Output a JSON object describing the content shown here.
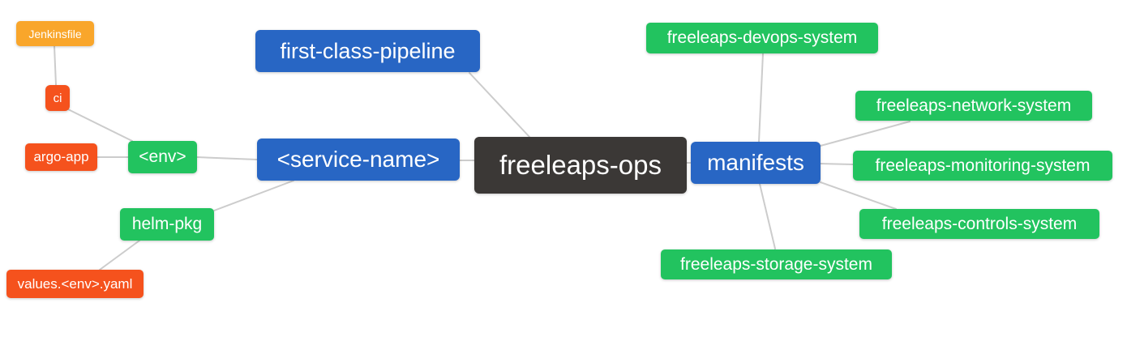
{
  "diagram": {
    "type": "mindmap",
    "background": "#FFFFFF",
    "edge_color": "#CCCCCC",
    "text_color": "#FFFFFF",
    "palette": {
      "dark": "#3B3836",
      "blue": "#2866C4",
      "green": "#22C35F",
      "red_orange": "#F5521D",
      "amber": "#F9A62B"
    },
    "root": "freeleaps-ops",
    "nodes": [
      {
        "id": "freeleaps-ops",
        "label": "freeleaps-ops",
        "color": "#3B3836"
      },
      {
        "id": "first-class-pipeline",
        "label": "first-class-pipeline",
        "color": "#2866C4"
      },
      {
        "id": "service-name",
        "label": "<service-name>",
        "color": "#2866C4"
      },
      {
        "id": "manifests",
        "label": "manifests",
        "color": "#2866C4"
      },
      {
        "id": "env",
        "label": "<env>",
        "color": "#22C35F"
      },
      {
        "id": "helm-pkg",
        "label": "helm-pkg",
        "color": "#22C35F"
      },
      {
        "id": "ci",
        "label": "ci",
        "color": "#F5521D"
      },
      {
        "id": "argo-app",
        "label": "argo-app",
        "color": "#F5521D"
      },
      {
        "id": "jenkinsfile",
        "label": "Jenkinsfile",
        "color": "#F9A62B"
      },
      {
        "id": "values-env-yaml",
        "label": "values.<env>.yaml",
        "color": "#F5521D"
      },
      {
        "id": "freeleaps-devops-system",
        "label": "freeleaps-devops-system",
        "color": "#22C35F"
      },
      {
        "id": "freeleaps-network-system",
        "label": "freeleaps-network-system",
        "color": "#22C35F"
      },
      {
        "id": "freeleaps-monitoring-system",
        "label": "freeleaps-monitoring-system",
        "color": "#22C35F"
      },
      {
        "id": "freeleaps-controls-system",
        "label": "freeleaps-controls-system",
        "color": "#22C35F"
      },
      {
        "id": "freeleaps-storage-system",
        "label": "freeleaps-storage-system",
        "color": "#22C35F"
      }
    ],
    "edges": [
      [
        "freeleaps-ops",
        "first-class-pipeline"
      ],
      [
        "freeleaps-ops",
        "service-name"
      ],
      [
        "freeleaps-ops",
        "manifests"
      ],
      [
        "service-name",
        "env"
      ],
      [
        "service-name",
        "helm-pkg"
      ],
      [
        "env",
        "ci"
      ],
      [
        "env",
        "argo-app"
      ],
      [
        "ci",
        "jenkinsfile"
      ],
      [
        "helm-pkg",
        "values-env-yaml"
      ],
      [
        "manifests",
        "freeleaps-devops-system"
      ],
      [
        "manifests",
        "freeleaps-network-system"
      ],
      [
        "manifests",
        "freeleaps-monitoring-system"
      ],
      [
        "manifests",
        "freeleaps-controls-system"
      ],
      [
        "manifests",
        "freeleaps-storage-system"
      ]
    ]
  }
}
